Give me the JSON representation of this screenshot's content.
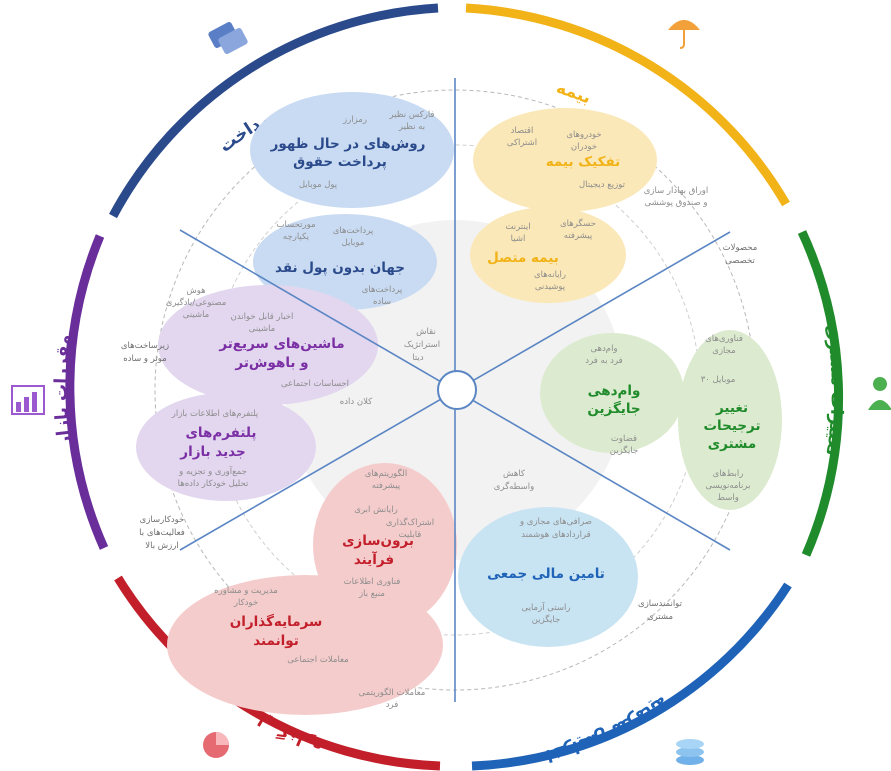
{
  "colors": {
    "payment": "#2b4a8b",
    "insurance": "#f2b319",
    "customer": "#1f8b2b",
    "capital": "#1f63b8",
    "investment": "#c21f2a",
    "regulators": "#6a2e9b"
  },
  "categories": {
    "payment": {
      "label": "پرداخت",
      "icon": "credit-card-icon"
    },
    "insurance": {
      "label": "بیمه",
      "icon": "umbrella-icon"
    },
    "customer": {
      "label": "تغییرات مشتری",
      "icon": "person-icon"
    },
    "capital": {
      "label": "افزایش سرمایه",
      "icon": "coins-icon"
    },
    "investment": {
      "label": "مدیریت سرمایه‌گذاری",
      "icon": "pie-chart-icon"
    },
    "regulators": {
      "label": "مقررات بازار",
      "icon": "bar-chart-icon"
    }
  },
  "blobs": {
    "payment_methods": {
      "title1": "روش‌های در حال ظهور",
      "title2": "پرداخت حقوق"
    },
    "cashless": {
      "title1": "جهان بدون پول نقد"
    },
    "insurance_dis": {
      "title1": "تفکیک بیمه"
    },
    "insurance_conn": {
      "title1": "بیمه متصل"
    },
    "machines": {
      "title1": "ماشین‌های سریع‌تر",
      "title2": "و باهوش‌تر"
    },
    "platforms": {
      "title1": "پلتفرم‌های",
      "title2": "جدید بازار"
    },
    "lending": {
      "title1": "وام‌دهی",
      "title2": "جایگزین"
    },
    "customer_pref": {
      "title1": "تغییر",
      "title2": "ترجیحات",
      "title3": "مشتری"
    },
    "crowdfunding": {
      "title1": "تامین مالی جمعی"
    },
    "outsourcing": {
      "title1": "برون‌سازی",
      "title2": "فرآیند"
    },
    "empowered": {
      "title1": "سرمایه‌گذاران",
      "title2": "توانمند"
    }
  },
  "items": {
    "p1": "فارکس نظیر",
    "p2": "به نظیر",
    "p3": "رمزارز",
    "p4": "پول موبایل",
    "p5": "موبایل",
    "p6": "پرداخت‌های",
    "p7": "مورتحساب",
    "p8": "یکپارچه",
    "p9": "پرداخت‌های",
    "p10": "ساده",
    "c1": "نقاش",
    "c2": "استراتژیک",
    "c3": "دیتا",
    "i1": "اقتصاد",
    "i2": "اشتراکی",
    "i3": "خودروهای",
    "i4": "خودران",
    "i5": "توزیع دیجیتال",
    "i6": "اوراق بهادار سازی",
    "i7": "و صندوق پوششی",
    "i8": "اینترنت",
    "i9": "اشیا",
    "i10": "حسگرهای",
    "i11": "پیشرفته",
    "i12": "رایانه‌های",
    "i13": "پوشیدنی",
    "u1": "محصولات",
    "u2": "تخصصی",
    "u3": "فناوری‌های",
    "u4": "مجازی",
    "u5": "موبایل ۳۰",
    "u6": "رابط‌های",
    "u7": "برنامه‌نویسی",
    "u8": "واسط",
    "l1": "وام‌دهی",
    "l2": "فرد به فرد",
    "l3": "قضاوت",
    "l4": "جایگزین",
    "k1": "کاهش",
    "k2": "واسطه‌گری",
    "k3": "صرافی‌های مجازی و",
    "k4": "قراردادهای هوشمند",
    "k5": "راستی آزمایی",
    "k6": "جایگزین",
    "k7": "توانمندسازی",
    "k8": "مشتری",
    "o1": "الگوریتم‌های",
    "o2": "پیشرفته",
    "o3": "رایانش ابری",
    "o4": "اشتراک‌گذاری",
    "o5": "قابلیت",
    "o6": "فناوری اطلاعات",
    "o7": "منبع باز",
    "e1": "مدیریت و مشاوره",
    "e2": "خودکار",
    "e3": "معاملات اجتماعی",
    "e4": "معاملات الگوریتمی",
    "e5": "فرد",
    "r1": "هوش",
    "r2": "مصنوعی/یادگیری",
    "r3": "ماشینی",
    "r4": "اخبار قابل خواندن",
    "r5": "ماشینی",
    "r6": "احساسات اجتماعی",
    "r7": "کلان داده",
    "r8": "زیرساخت‌های",
    "r9": "موثر و ساده",
    "r10": "پلتفرم‌های اطلاعات بازار",
    "r11": "جمع‌آوری و تجزیه و",
    "r12": "تحلیل خودکار داده‌ها",
    "r13": "خودکارسازی",
    "r14": "فعالیت‌های با",
    "r15": "ارزش بالا"
  }
}
